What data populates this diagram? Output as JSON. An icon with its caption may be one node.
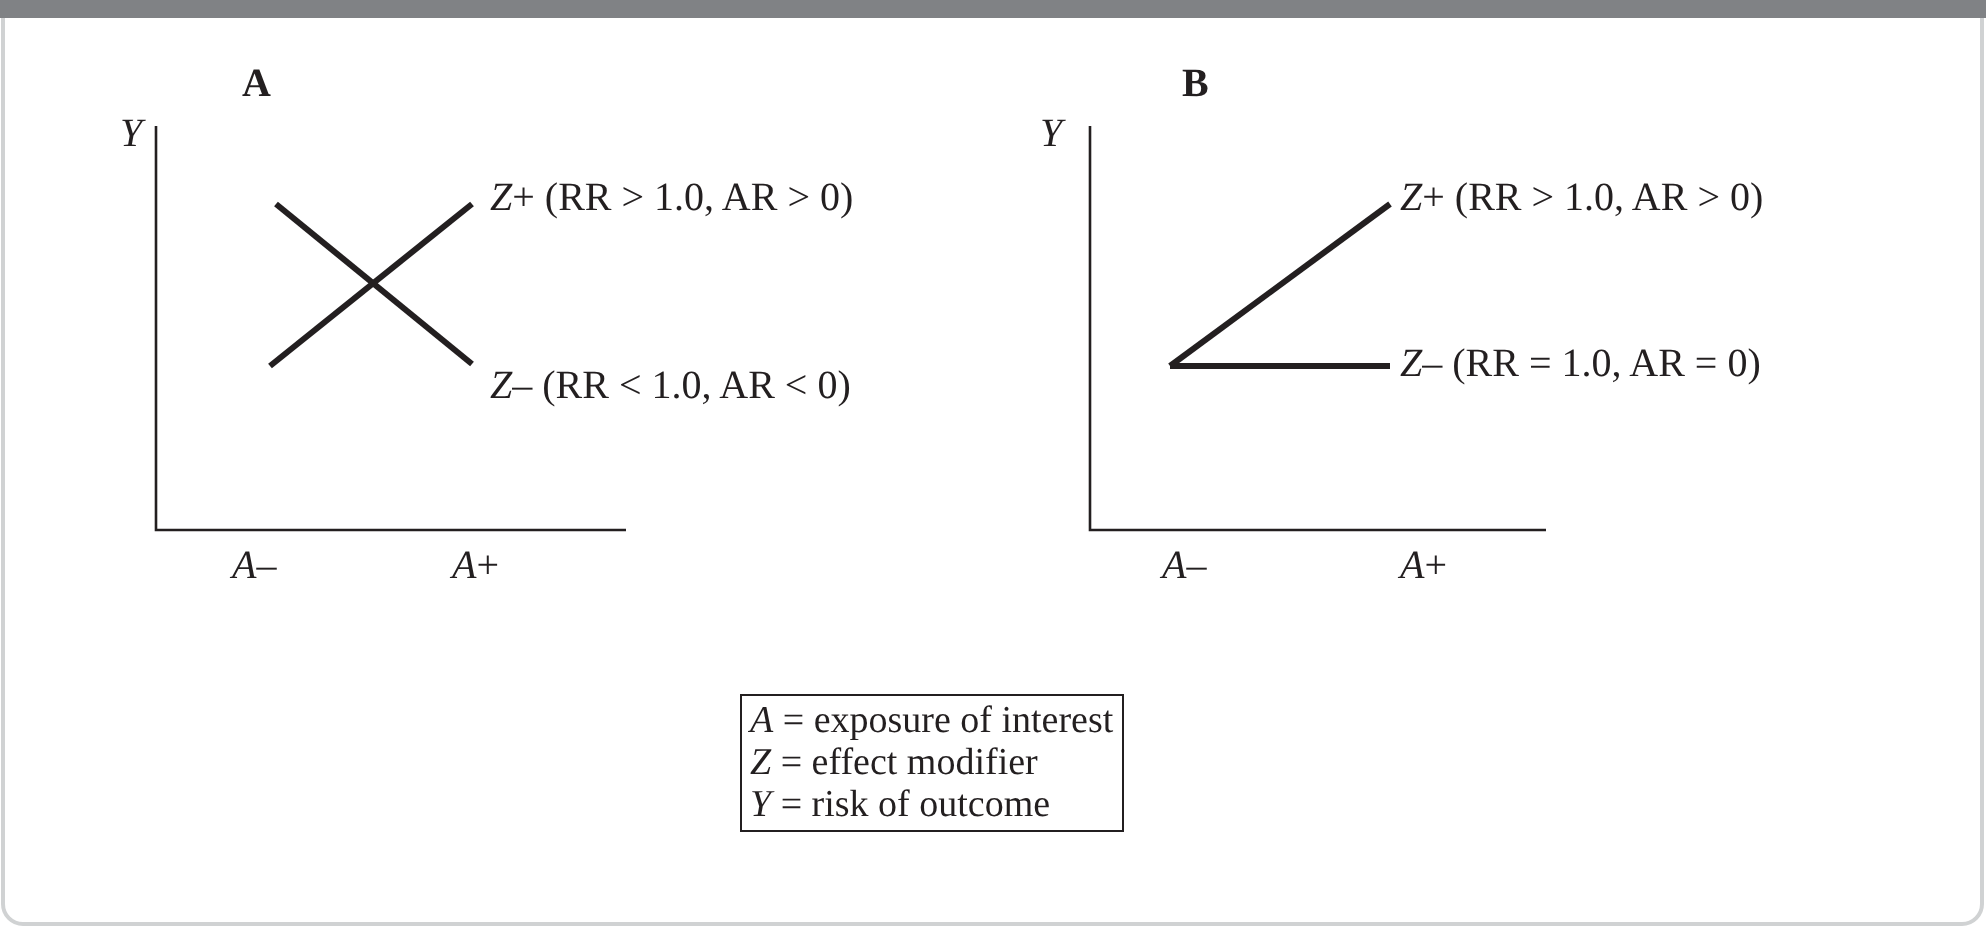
{
  "diagram": {
    "nodes": [
      {
        "text": [
          "*A* = exposure of interest",
          "*Z* = effect modifier",
          "*Y* = risk of outcome"
        ]
      }
    ],
    "edges": [],
    "labels": [
      "A",
      "*Y*",
      "*Z*+ (RR > 1.0, AR > 0)",
      "*Z*– (RR < 1.0, AR < 0)",
      "*A*–",
      "*A*+",
      "B",
      "*Y*",
      "*Z*+ (RR > 1.0, AR > 0)",
      "*Z*– (RR = 1.0, AR = 0)",
      "*A*–",
      "*A*+"
    ]
  }
}
